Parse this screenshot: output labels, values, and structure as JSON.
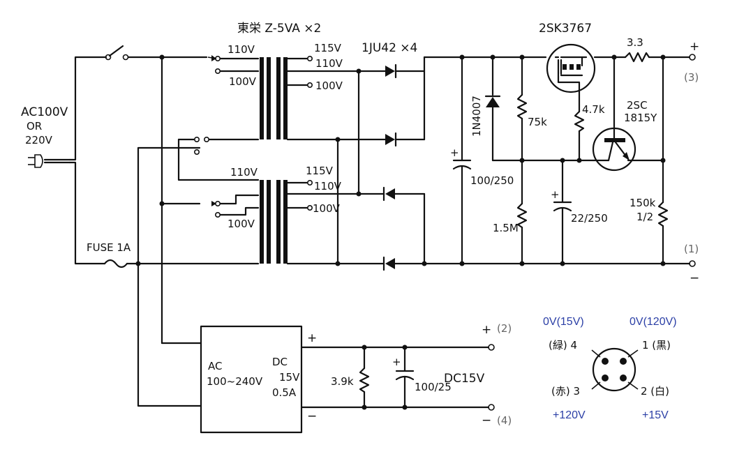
{
  "labels": {
    "mains_input": "AC100V",
    "mains_or": "OR",
    "mains_alt": "220V",
    "fuse": "FUSE 1A",
    "transformer": "東栄 Z-5VA ×2",
    "tap_110_a": "110V",
    "tap_100_a": "100V",
    "tap_110_b": "110V",
    "tap_100_b": "100V",
    "sec_115_a": "115V",
    "sec_110_a": "110V",
    "sec_100_a": "100V",
    "sec_115_b": "115V",
    "sec_110_b": "110V",
    "sec_100_b": "100V",
    "bridge_diodes": "1JU42 ×4",
    "protect_diode": "1N4007",
    "cap_main": "100/250",
    "mosfet": "2SK3767",
    "r_series": "3.3",
    "r_75k": "75k",
    "r_4k7": "4.7k",
    "transistor_line1": "2SC",
    "transistor_line2": "1815Y",
    "r_1m5": "1.5M",
    "cap_22": "22/250",
    "r_150k_line1": "150k",
    "r_150k_line2": "1/2",
    "term_plus_3": "+",
    "term_3": "(3)",
    "term_1": "(1)",
    "term_minus_1": "−",
    "dcdc_ac_line1": "AC",
    "dcdc_ac_line2": "100~240V",
    "dcdc_dc_line1": "DC",
    "dcdc_dc_line2": "15V",
    "dcdc_dc_line3": "0.5A",
    "dcdc_plus": "+",
    "dcdc_minus": "−",
    "r_3k9": "3.9k",
    "cap_100_25": "100/25",
    "dc15_label": "DC15V",
    "term_plus_2": "+",
    "term_2": "(2)",
    "term_minus_4": "−",
    "term_4": "(4)",
    "cap_plus_sign": "+"
  },
  "connector": {
    "pin4_top": "0V(15V)",
    "pin1_top": "0V(120V)",
    "pin4_label": "(緑) 4",
    "pin1_label": "1 (黒)",
    "pin3_label": "(赤) 3",
    "pin2_label": "2 (白)",
    "pin3_bottom": "+120V",
    "pin2_bottom": "+15V"
  },
  "colors": {
    "ink": "#111111",
    "annotation_blue": "#2b3fa6",
    "terminal_grey": "#666666"
  }
}
